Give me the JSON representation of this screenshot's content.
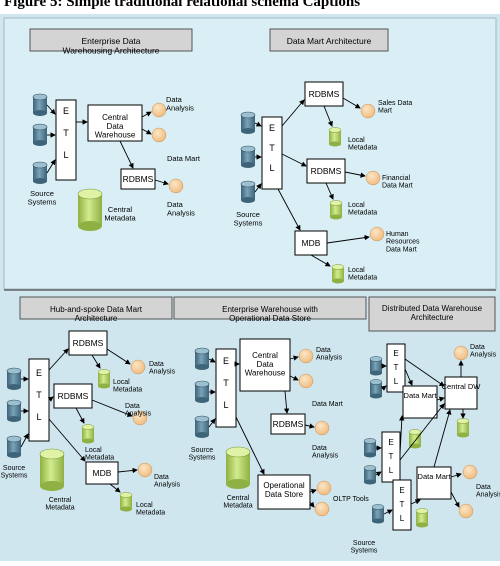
{
  "caption": "Figure 5: Simple traditional relational schema Captions",
  "colors": {
    "background": "#cfe6ef",
    "panel": "#d9eef5",
    "cylinder_blue": "#5f8aa0",
    "cylinder_green": "#b9d96a",
    "circle_peach": "#f6d3a3",
    "title_box": "#d4d4d4"
  },
  "panels": {
    "edw": {
      "title": "Enterprise Data Warehousing Architecture",
      "etl": "E T L",
      "source_systems": "Source Systems",
      "central_dw": "Central Data Warehouse",
      "central_metadata": "Central Metadata",
      "rdbms": "RDBMS",
      "data_analysis": "Data Analysis",
      "data_mart": "Data Mart"
    },
    "dma": {
      "title": "Data Mart Architecture",
      "etl": "E T L",
      "source_systems": "Source Systems",
      "rdbms": "RDBMS",
      "mdb": "MDB",
      "sales_mart": "Sales Data Mart",
      "financial_mart": "Financial Data Mart",
      "hr_mart": "Human Resources Data Mart",
      "local_metadata": "Local Metadata"
    },
    "hub": {
      "title": "Hub-and-spoke Data Mart Architecture",
      "etl": "E T L",
      "source_systems": "Source Systems",
      "rdbms": "RDBMS",
      "mdb": "MDB",
      "data_analysis": "Data Analysis",
      "local_metadata": "Local Metadata",
      "central_metadata": "Central Metadata"
    },
    "ods": {
      "title": "Enterprise Warehouse with Operational Data Store",
      "etl": "E T L",
      "source_systems": "Source Systems",
      "central_dw": "Central Data Warehouse",
      "rdbms": "RDBMS",
      "data_analysis": "Data Analysis",
      "data_mart": "Data Mart",
      "ods": "Operational Data Store",
      "oltp": "OLTP Tools",
      "central_metadata": "Central Metadata"
    },
    "ddw": {
      "title": "Distributed Data Warehouse Architecture",
      "etl": "E T L",
      "source_systems": "Source Systems",
      "data_mart": "Data Mart",
      "central_dw": "Central DW",
      "data_analysis": "Data Analysis"
    }
  }
}
